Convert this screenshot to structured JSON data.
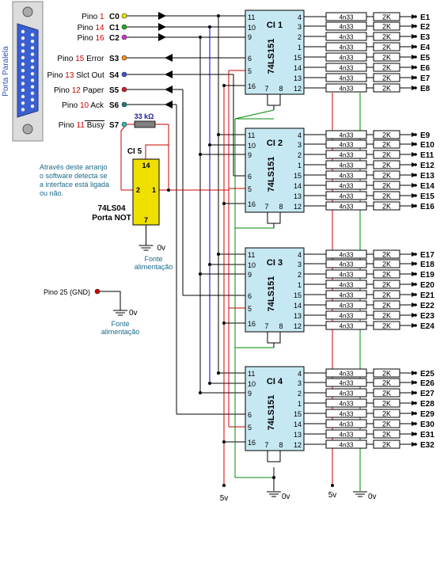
{
  "port": {
    "label": "Porta Paralela",
    "pins": [
      {
        "pino": "Pino",
        "num": "1",
        "name": "",
        "sig": "C0",
        "dir": "out",
        "color": "#e8e800",
        "over": false
      },
      {
        "pino": "Pino",
        "num": "14",
        "name": "",
        "sig": "C1",
        "dir": "out",
        "color": "#22aa22",
        "over": false
      },
      {
        "pino": "Pino",
        "num": "16",
        "name": "",
        "sig": "C2",
        "dir": "out",
        "color": "#cc33cc",
        "over": false
      },
      {
        "pino": "Pino",
        "num": "15",
        "name": "Error",
        "sig": "S3",
        "dir": "in",
        "color": "#ff8c1a",
        "over": false
      },
      {
        "pino": "Pino",
        "num": "13",
        "name": "Slct Out",
        "sig": "S4",
        "dir": "in",
        "color": "#3355cc",
        "over": false
      },
      {
        "pino": "Pino",
        "num": "12",
        "name": "Paper",
        "sig": "S5",
        "dir": "in",
        "color": "#cc2222",
        "over": false
      },
      {
        "pino": "Pino",
        "num": "10",
        "name": "Ack",
        "sig": "S6",
        "dir": "in",
        "color": "#1a7a7a",
        "over": false
      },
      {
        "pino": "Pino",
        "num": "11",
        "name": "Busy",
        "sig": "S7",
        "dir": "in",
        "color": "#33bbaa",
        "over": true
      }
    ]
  },
  "chips": [
    {
      "name": "CI 1",
      "part": "74LS151"
    },
    {
      "name": "CI 2",
      "part": "74LS151"
    },
    {
      "name": "CI 3",
      "part": "74LS151"
    },
    {
      "name": "CI 4",
      "part": "74LS151"
    }
  ],
  "chip_pins": {
    "left": [
      "11",
      "10",
      "9",
      "6",
      "5",
      "16"
    ],
    "bottom": [
      "7",
      "8"
    ],
    "right": [
      "4",
      "3",
      "2",
      "1",
      "15",
      "14",
      "13",
      "12"
    ]
  },
  "resistors": {
    "first": "4n33",
    "second": "2K"
  },
  "outputs": [
    "E1",
    "E2",
    "E3",
    "E4",
    "E5",
    "E6",
    "E7",
    "E8",
    "E9",
    "E10",
    "E11",
    "E12",
    "E13",
    "E14",
    "E15",
    "E16",
    "E17",
    "E18",
    "E19",
    "E20",
    "E21",
    "E22",
    "E23",
    "E24",
    "E25",
    "E26",
    "E27",
    "E28",
    "E29",
    "E30",
    "E31",
    "E32"
  ],
  "inverter": {
    "name": "CI 5",
    "part": "74LS04",
    "desc": "Porta NOT",
    "pin_top": "14",
    "pin_left": "2",
    "pin_right": "1",
    "pin_bottom": "7",
    "resistor": "33 kΩ"
  },
  "note": [
    "Através deste arranjo",
    "o software detecta se",
    "a interface está ligada",
    "ou não."
  ],
  "supply_inv": {
    "volt": "0v",
    "label1": "Fonte",
    "label2": "alimentação"
  },
  "gnd_pin": {
    "label": "Pino 25 (GND)",
    "volt": "0v",
    "label1": "Fonte",
    "label2": "alimentação"
  },
  "rails": {
    "v5": "5v",
    "v0": "0v"
  },
  "colors": {
    "wire": "#000000",
    "red": "#cc0000",
    "green": "#008800",
    "blue": "#0000cc",
    "chip": "#c6e8f2",
    "inv": "#f0e000",
    "text_red": "#cc0000",
    "text_blue": "#1a1aa0",
    "note": "#1a6a8a"
  }
}
